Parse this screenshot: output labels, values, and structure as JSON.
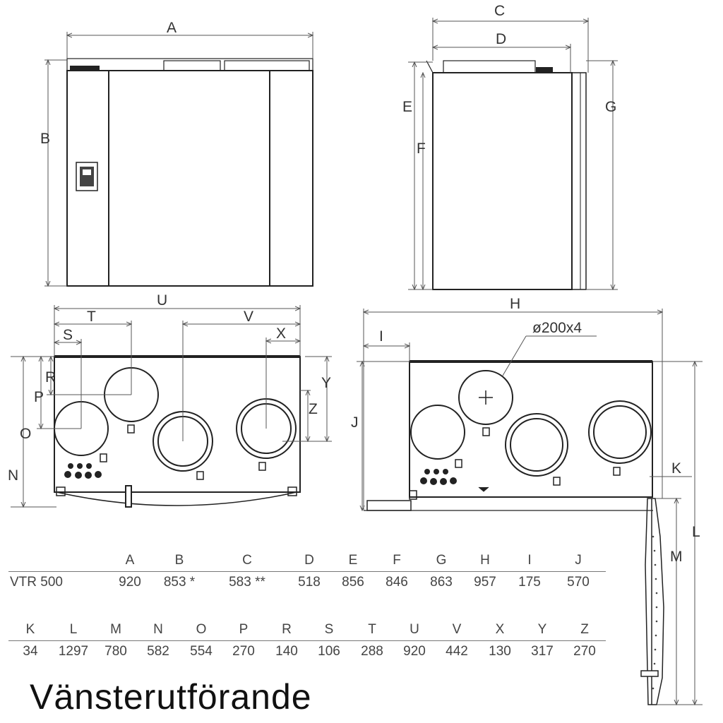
{
  "dimension_labels": {
    "A": "A",
    "B": "B",
    "C": "C",
    "D": "D",
    "E": "E",
    "F": "F",
    "G": "G",
    "H": "H",
    "I": "I",
    "J": "J",
    "K": "K",
    "L": "L",
    "M": "M",
    "N": "N",
    "O": "O",
    "P": "P",
    "R": "R",
    "S": "S",
    "T": "T",
    "U": "U",
    "V": "V",
    "X": "X",
    "Y": "Y",
    "Z": "Z"
  },
  "duct_callout": "ø200x4",
  "table1": {
    "headers": [
      "A",
      "B",
      "C",
      "D",
      "E",
      "F",
      "G",
      "H",
      "I",
      "J"
    ],
    "row_label": "VTR 500",
    "values": [
      "920",
      "853 *",
      "583 **",
      "518",
      "856",
      "846",
      "863",
      "957",
      "175",
      "570"
    ]
  },
  "table2": {
    "headers": [
      "K",
      "L",
      "M",
      "N",
      "O",
      "P",
      "R",
      "S",
      "T",
      "U",
      "V",
      "X",
      "Y",
      "Z"
    ],
    "values": [
      "34",
      "1297",
      "780",
      "582",
      "554",
      "270",
      "140",
      "106",
      "288",
      "920",
      "442",
      "130",
      "317",
      "270"
    ]
  },
  "caption": "Vänsterutförande",
  "colors": {
    "line": "#222222",
    "dim": "#555555",
    "text": "#333333"
  }
}
